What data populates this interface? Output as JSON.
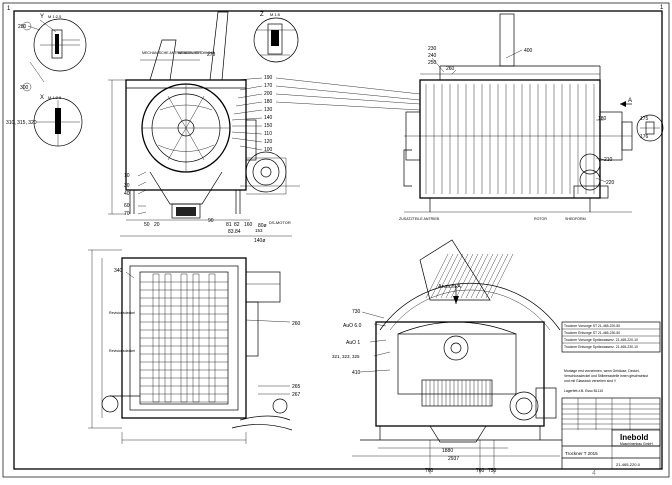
{
  "drawing": {
    "corner_labels": {
      "tl": "1",
      "tr": "1"
    },
    "detail_labels": {
      "y": "Y",
      "y_scale": "M 1:2.5",
      "z": "Z",
      "z_scale": "M 1:5",
      "x": "X",
      "x_scale": "M 1:2.5"
    },
    "front_view": {
      "labels_inside": [
        "MECHANISCHE\nANTRIEBSEINHEIT",
        "WENDE-\nSTROMUNG"
      ],
      "balloons_left": [
        "300",
        "310, 315, 320",
        "10",
        "30",
        "40",
        "60",
        "70"
      ],
      "balloons_right": [
        "190",
        "170",
        "200",
        "180",
        "130",
        "140",
        "150",
        "110",
        "120",
        "100"
      ],
      "top": [
        "270",
        "280"
      ],
      "bottom_dims": [
        "50",
        "20",
        "90",
        "81",
        "82",
        "160",
        "83.84",
        "153",
        "80ø",
        "140ø"
      ],
      "motor_label": "DS-MOTOR"
    },
    "side_view": {
      "top_balloons": [
        "230",
        "240",
        "250",
        "260",
        "400"
      ],
      "right_balloons": [
        "180",
        "210",
        "220",
        "175",
        "176"
      ],
      "bottom_labels": [
        "ZUSATZTEILE\nANTRIEB",
        "ROTOR",
        "SHEDFORM"
      ],
      "arrow_label": "A"
    },
    "plan_view": {
      "balloons": [
        "340",
        "260",
        "265",
        "267"
      ],
      "labels": [
        "Revisionsdeckel",
        "Revisionsdeckel"
      ]
    },
    "section_view": {
      "title": "Ansicht A",
      "balloons": [
        "730",
        "AuO 6.0",
        "AuO 1",
        "321, 323, 325",
        "410"
      ],
      "dims": [
        "1880",
        "2937",
        "760",
        "760",
        "750"
      ]
    },
    "notes": [
      "Trockner Vorsorge ST    21-465-220-50",
      "Trockner Entsorge ST    21-465-230-50",
      "Trockner Vorsorge Spritzwasserz.   21-465-220-10",
      "Trockner Entsorge Spritzwasserz.   21-465-230-10",
      "Montage erst vornehmen, wenn Gehäuse, Deckel,",
      "Verschlussdeckel und Stillmessstelle innen geschweisst",
      "und mit Glasstock versehen sind !!",
      "Lagerfett  z.B. Esso BL110"
    ],
    "title_block": {
      "company": "Inebold",
      "subtitle": "Maschinenbau GmbH",
      "title": "Trockner  T 2015",
      "number": "21-465-220-0"
    },
    "watermark": "4"
  }
}
